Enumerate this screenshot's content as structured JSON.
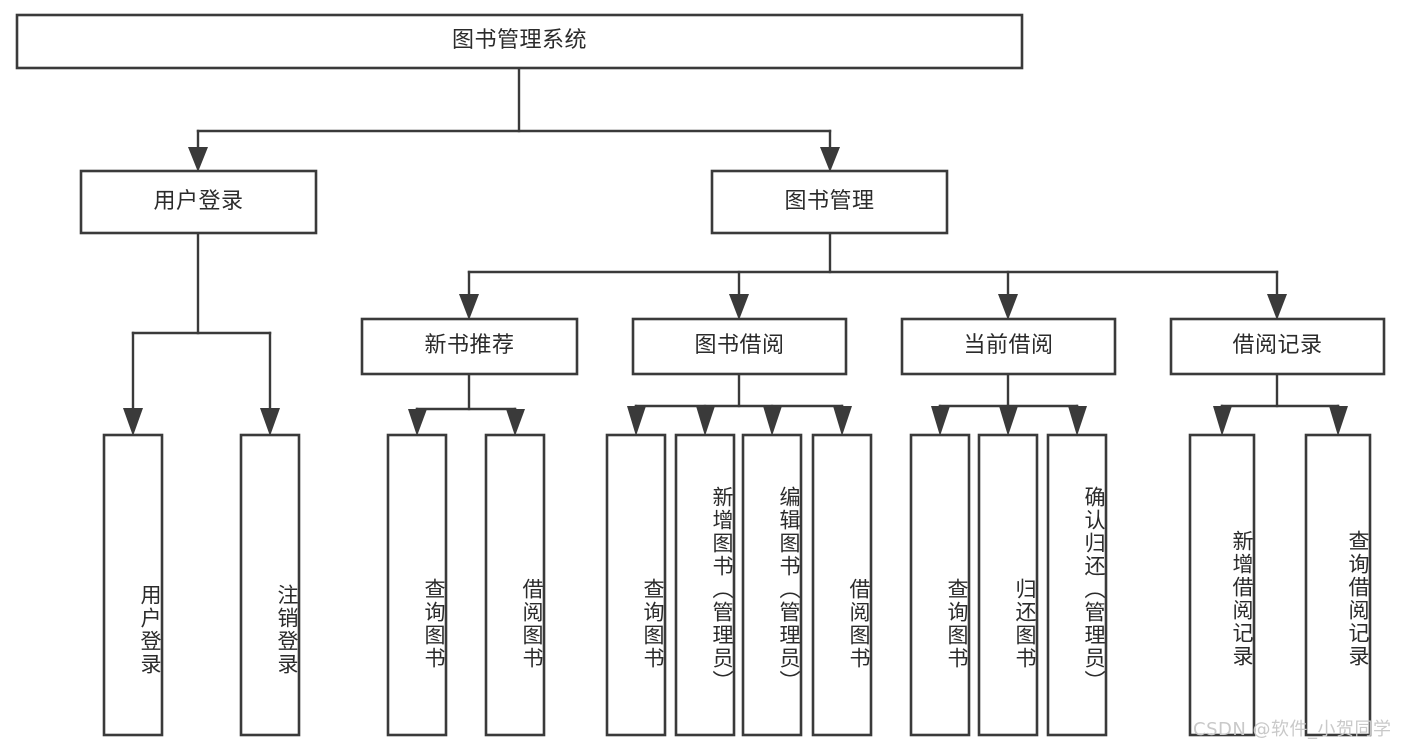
{
  "diagram": {
    "title": "图书管理系统",
    "type": "tree-hierarchy-diagram",
    "colors": {
      "box_stroke": "#3a3a3a",
      "box_fill": "#ffffff",
      "line": "#3a3a3a",
      "text": "#2b2b2b",
      "watermark": "#c9c9c9",
      "background": "#ffffff"
    },
    "root": {
      "label": "图书管理系统"
    },
    "level2": [
      {
        "label": "用户登录"
      },
      {
        "label": "图书管理"
      }
    ],
    "level3": [
      {
        "label": "新书推荐"
      },
      {
        "label": "图书借阅"
      },
      {
        "label": "当前借阅"
      },
      {
        "label": "借阅记录"
      }
    ],
    "leaves": {
      "user_login": [
        {
          "label": "用户登录"
        },
        {
          "label": "注销登录"
        }
      ],
      "new_book_recommend": [
        {
          "label": "查询图书"
        },
        {
          "label": "借阅图书"
        }
      ],
      "book_borrow": [
        {
          "label": "查询图书"
        },
        {
          "label": "新增图书（管理员）"
        },
        {
          "label": "编辑图书（管理员）"
        },
        {
          "label": "借阅图书"
        }
      ],
      "current_borrow": [
        {
          "label": "查询图书"
        },
        {
          "label": "归还图书"
        },
        {
          "label": "确认归还（管理员）"
        }
      ],
      "borrow_record": [
        {
          "label": "新增借阅记录"
        },
        {
          "label": "查询借阅记录"
        }
      ]
    },
    "watermark": "CSDN @软件_小贺同学"
  }
}
